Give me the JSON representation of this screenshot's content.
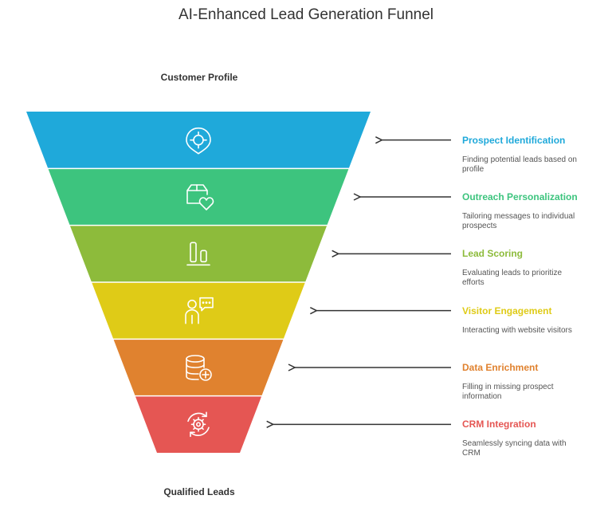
{
  "title": "AI-Enhanced Lead Generation Funnel",
  "top_label": "Customer Profile",
  "bottom_label": "Qualified Leads",
  "stages": [
    {
      "title": "Prospect Identification",
      "description": "Finding potential leads based on profile",
      "color": "#1FA9DA",
      "icon": "location-target-icon"
    },
    {
      "title": "Outreach Personalization",
      "description": "Tailoring messages to individual prospects",
      "color": "#3DC47E",
      "icon": "package-heart-icon"
    },
    {
      "title": "Lead Scoring",
      "description": "Evaluating leads to prioritize efforts",
      "color": "#8DBB3B",
      "icon": "bar-chart-icon"
    },
    {
      "title": "Visitor Engagement",
      "description": "Interacting with website visitors",
      "color": "#DFCB17",
      "icon": "person-chat-icon"
    },
    {
      "title": "Data Enrichment",
      "description": "Filling in missing prospect information",
      "color": "#E0822F",
      "icon": "database-add-icon"
    },
    {
      "title": "CRM Integration",
      "description": "Seamlessly syncing data with CRM",
      "color": "#E55653",
      "icon": "gear-sync-icon"
    }
  ]
}
